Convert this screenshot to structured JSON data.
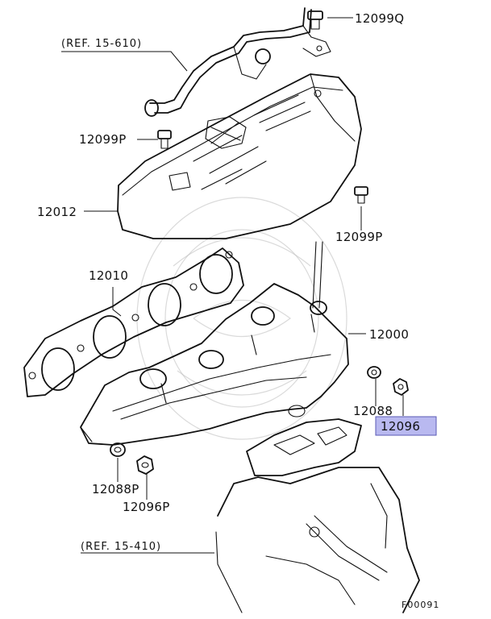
{
  "references": {
    "upper": "(REF. 15-610)",
    "lower": "(REF. 15-410)"
  },
  "parts": [
    {
      "id": "bolt_top",
      "number": "12099Q"
    },
    {
      "id": "bolt_left",
      "number": "12099P"
    },
    {
      "id": "heat_shield",
      "number": "12012"
    },
    {
      "id": "bolt_right",
      "number": "12099P"
    },
    {
      "id": "gasket",
      "number": "12010"
    },
    {
      "id": "manifold",
      "number": "12000"
    },
    {
      "id": "washer_right",
      "number": "12088"
    },
    {
      "id": "nut_right",
      "number": "12096"
    },
    {
      "id": "washer_left",
      "number": "12088P"
    },
    {
      "id": "nut_left",
      "number": "12096P"
    }
  ],
  "highlight": {
    "part": "12096",
    "color": "#b9b9f0",
    "border": "#5a5ab4"
  },
  "figure_code": "F00091"
}
